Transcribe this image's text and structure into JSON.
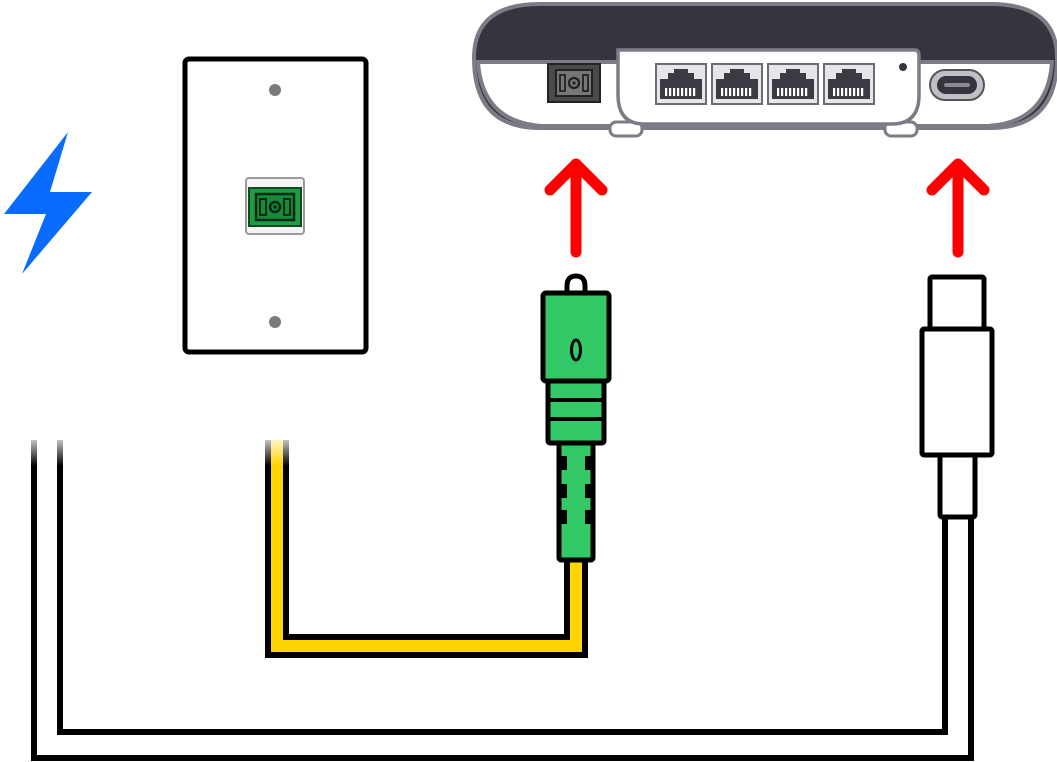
{
  "diagram": {
    "kind": "fiber-modem-connection",
    "text_labels": [],
    "colors": {
      "background": "#ffffff",
      "power_icon": "#0a6cff",
      "arrow": "#ff0000",
      "fiber_cable": "#ffd400",
      "sc_apc_connector": "#33c866",
      "wall_port": "#1f9a45",
      "device_body": "#34353d",
      "device_face": "#ffffff",
      "device_outline": "#7b7c86",
      "outline": "#000000"
    },
    "icons": {
      "power": "lightning-bolt-icon",
      "wall_plate": "fiber-wall-plate",
      "fiber_connector": "sc-apc-connector",
      "power_connector": "usb-c-plug",
      "ethernet_ports": "rj45-port-icon",
      "fiber_input": "fiber-port-icon",
      "power_input": "usb-c-port-icon",
      "arrow": "arrow-up-icon"
    },
    "ethernet_port_count": 4,
    "connections": [
      {
        "from": "wall-plate",
        "to": "device-fiber-port",
        "cable": "fiber"
      },
      {
        "from": "power-source",
        "to": "device-usb-c-port",
        "cable": "power"
      }
    ]
  }
}
